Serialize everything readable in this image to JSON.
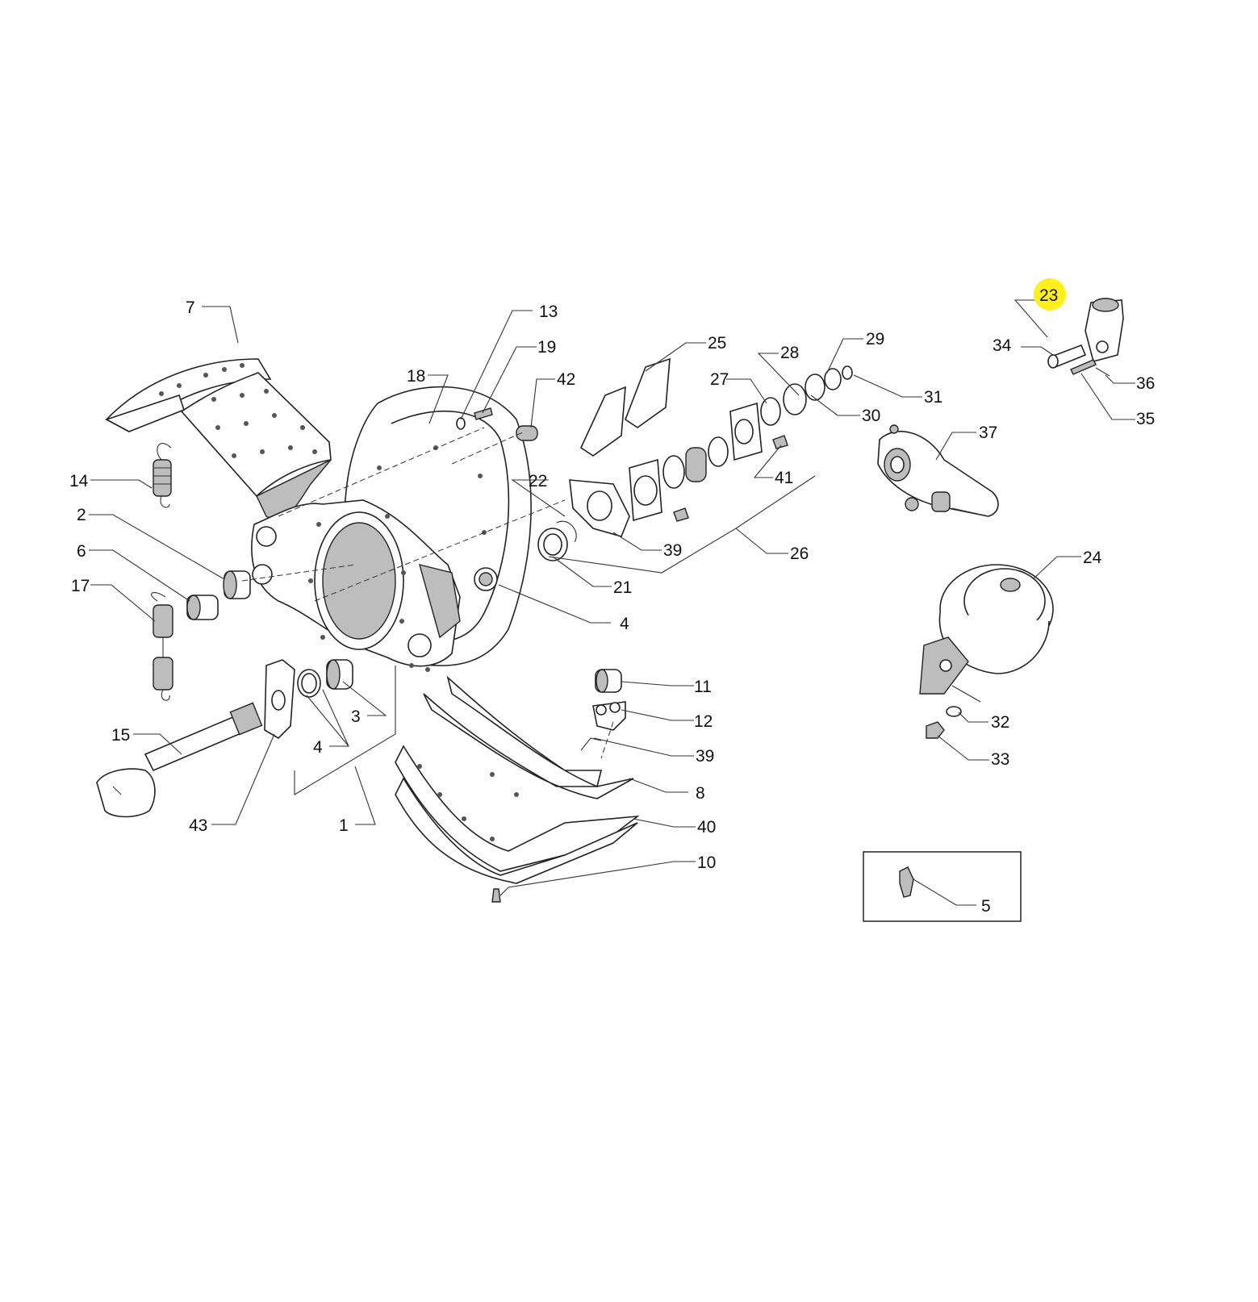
{
  "diagram": {
    "callouts": [
      {
        "id": "c1",
        "label": "1",
        "highlighted": false
      },
      {
        "id": "c2",
        "label": "2",
        "highlighted": false
      },
      {
        "id": "c3",
        "label": "3",
        "highlighted": false
      },
      {
        "id": "c4a",
        "label": "4",
        "highlighted": false
      },
      {
        "id": "c4b",
        "label": "4",
        "highlighted": false
      },
      {
        "id": "c5",
        "label": "5",
        "highlighted": false
      },
      {
        "id": "c6",
        "label": "6",
        "highlighted": false
      },
      {
        "id": "c7",
        "label": "7",
        "highlighted": false
      },
      {
        "id": "c8",
        "label": "8",
        "highlighted": false
      },
      {
        "id": "c10",
        "label": "10",
        "highlighted": false
      },
      {
        "id": "c11",
        "label": "11",
        "highlighted": false
      },
      {
        "id": "c12",
        "label": "12",
        "highlighted": false
      },
      {
        "id": "c13",
        "label": "13",
        "highlighted": false
      },
      {
        "id": "c14",
        "label": "14",
        "highlighted": false
      },
      {
        "id": "c15",
        "label": "15",
        "highlighted": false
      },
      {
        "id": "c17",
        "label": "17",
        "highlighted": false
      },
      {
        "id": "c18",
        "label": "18",
        "highlighted": false
      },
      {
        "id": "c19",
        "label": "19",
        "highlighted": false
      },
      {
        "id": "c21",
        "label": "21",
        "highlighted": false
      },
      {
        "id": "c22",
        "label": "22",
        "highlighted": false
      },
      {
        "id": "c23",
        "label": "23",
        "highlighted": true
      },
      {
        "id": "c24",
        "label": "24",
        "highlighted": false
      },
      {
        "id": "c25",
        "label": "25",
        "highlighted": false
      },
      {
        "id": "c26",
        "label": "26",
        "highlighted": false
      },
      {
        "id": "c27",
        "label": "27",
        "highlighted": false
      },
      {
        "id": "c28",
        "label": "28",
        "highlighted": false
      },
      {
        "id": "c29",
        "label": "29",
        "highlighted": false
      },
      {
        "id": "c30",
        "label": "30",
        "highlighted": false
      },
      {
        "id": "c31",
        "label": "31",
        "highlighted": false
      },
      {
        "id": "c32",
        "label": "32",
        "highlighted": false
      },
      {
        "id": "c33",
        "label": "33",
        "highlighted": false
      },
      {
        "id": "c34",
        "label": "34",
        "highlighted": false
      },
      {
        "id": "c35",
        "label": "35",
        "highlighted": false
      },
      {
        "id": "c36",
        "label": "36",
        "highlighted": false
      },
      {
        "id": "c37",
        "label": "37",
        "highlighted": false
      },
      {
        "id": "c39a",
        "label": "39",
        "highlighted": false
      },
      {
        "id": "c39b",
        "label": "39",
        "highlighted": false
      },
      {
        "id": "c40",
        "label": "40",
        "highlighted": false
      },
      {
        "id": "c41",
        "label": "41",
        "highlighted": false
      },
      {
        "id": "c42",
        "label": "42",
        "highlighted": false
      },
      {
        "id": "c43",
        "label": "43",
        "highlighted": false
      }
    ],
    "colors": {
      "highlight": "#ffef1a",
      "line": "#222222",
      "background": "#ffffff"
    }
  }
}
